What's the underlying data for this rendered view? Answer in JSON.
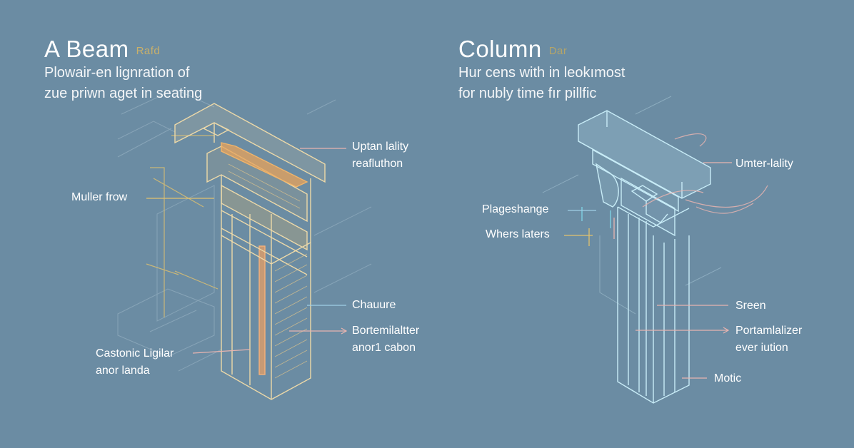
{
  "beam": {
    "title": "A Beam",
    "tag": "Rafd",
    "subtitle_lines": [
      "Plowair-en lignration of",
      "zue priwn aget in seating"
    ],
    "labels": {
      "upper_1": "Uptan lality",
      "upper_2": "reafluthon",
      "left": "Muller frow",
      "mid_right": "Chauure",
      "lower_right_1": "Bortemilaltter",
      "lower_right_2": "anor1 cabon",
      "lower_left_1": "Castonic Ligilar",
      "lower_left_2": "anor landa"
    }
  },
  "column": {
    "title": "Column",
    "tag": "Dar",
    "subtitle_lines": [
      "Hur cens with in leokımost",
      "for nubly time fır pillfic"
    ],
    "labels": {
      "upper_right": "Umter-lality",
      "left_1": "Plageshange",
      "left_2": "Whers laters",
      "mid_right": "Sreen",
      "lower_right_1": "Portamlalizer",
      "lower_right_2": "ever iution",
      "bottom": "Motic"
    }
  },
  "colors": {
    "background": "#6b8ca3",
    "beam_accent": "#c9b06a",
    "column_accent": "#b5a569",
    "beam_lines": "#e8c98a",
    "beam_fill": "#e6a85a",
    "column_lines": "#bfe4f2",
    "leader_blue": "#9fd0e6",
    "leader_pink": "#e8b4b0"
  }
}
